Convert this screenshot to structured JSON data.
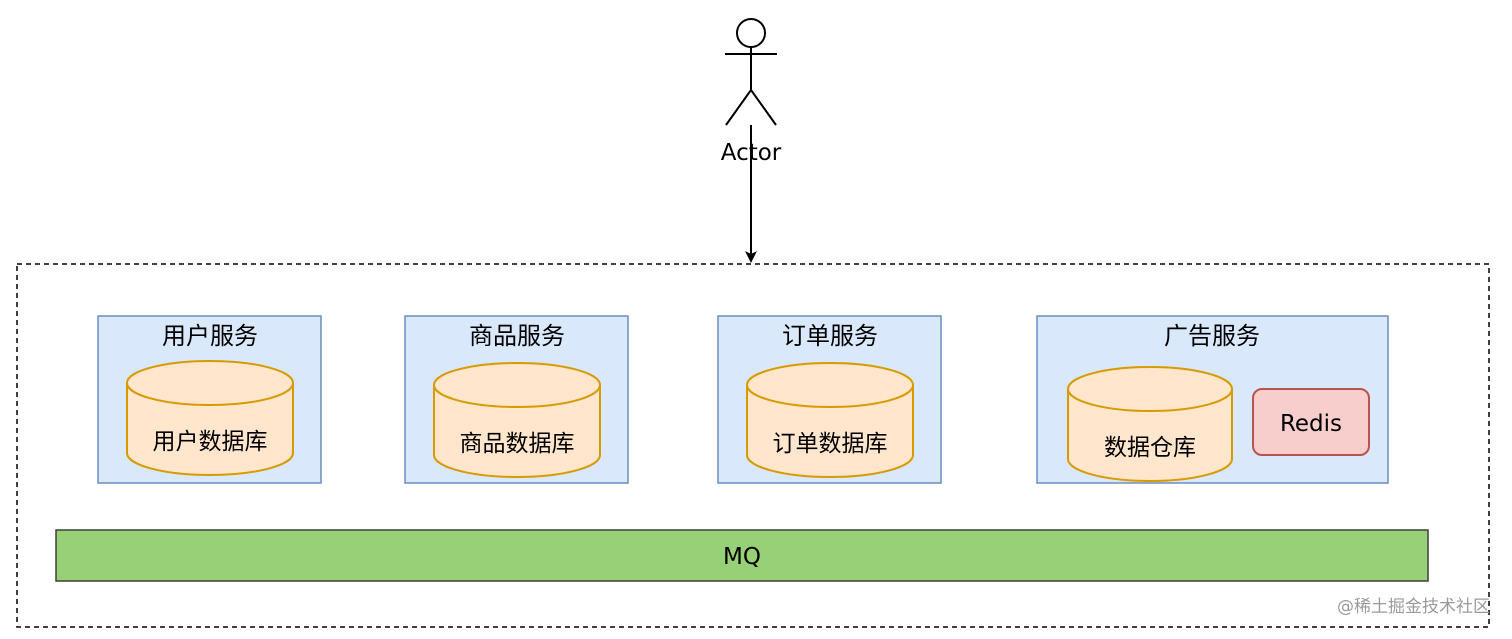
{
  "actor": {
    "label": "Actor"
  },
  "services": [
    {
      "title": "用户服务",
      "database": "用户数据库"
    },
    {
      "title": "商品服务",
      "database": "商品数据库"
    },
    {
      "title": "订单服务",
      "database": "订单数据库"
    },
    {
      "title": "广告服务",
      "database": "数据仓库",
      "cache": "Redis"
    }
  ],
  "mq": {
    "label": "MQ"
  },
  "watermark": "@稀土掘金技术社区",
  "colors": {
    "service_fill": "#dae8fc",
    "service_stroke": "#6c8ebf",
    "db_fill": "#ffe6cc",
    "db_stroke": "#d79b00",
    "cache_fill": "#f8cecc",
    "cache_stroke": "#b85450",
    "mq_fill": "#97d077",
    "mq_stroke": "#3e3e3e"
  }
}
